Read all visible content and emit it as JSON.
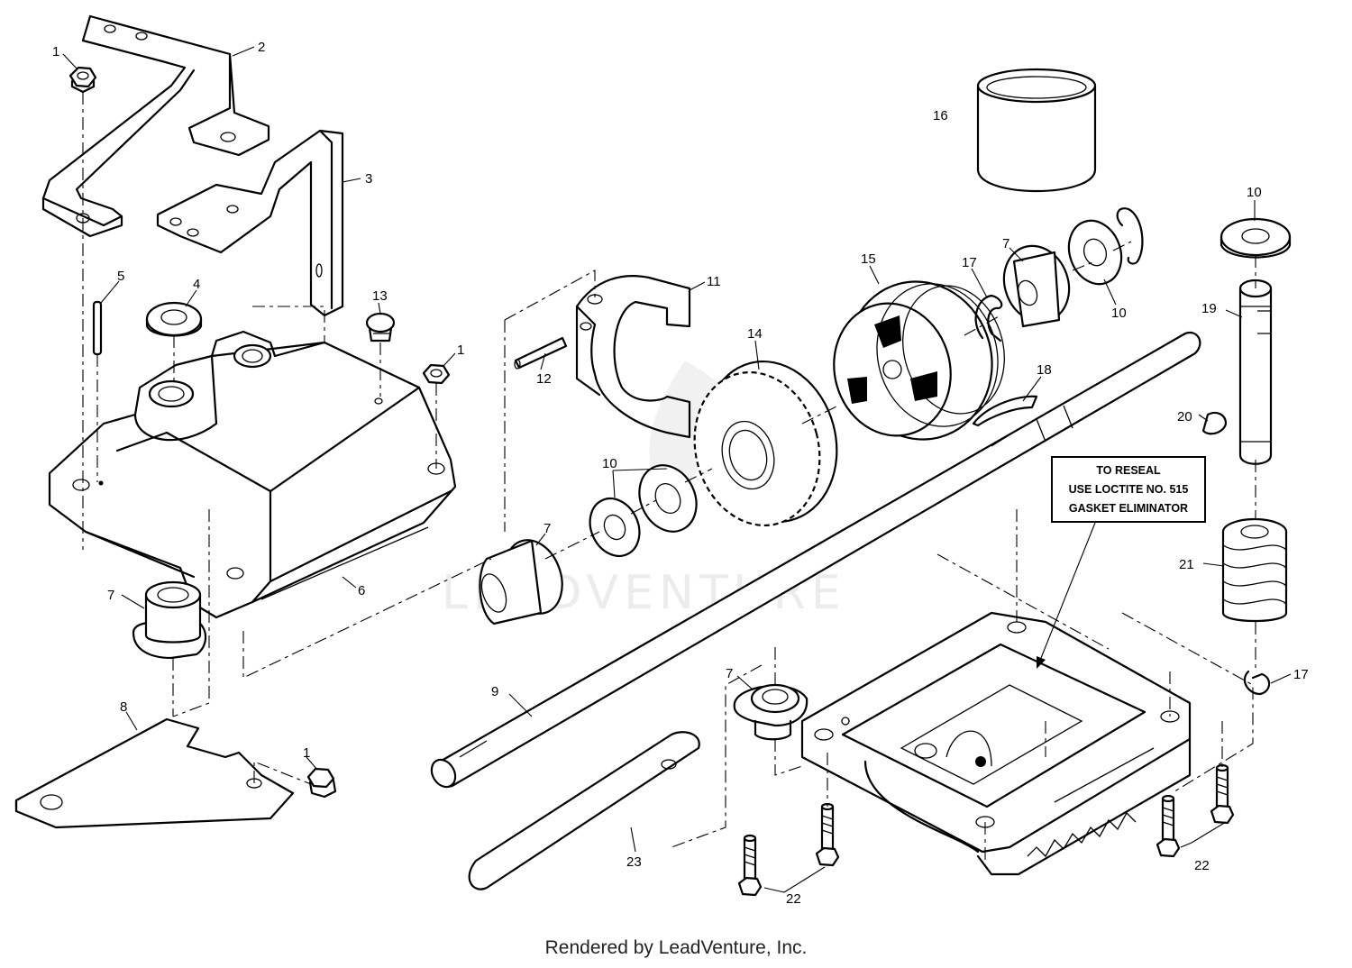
{
  "watermark": "LEADVENTURE",
  "note": {
    "line1": "TO RESEAL",
    "line2": "USE LOCTITE NO. 515",
    "line3": "GASKET ELIMINATOR"
  },
  "credit": "Rendered by LeadVenture, Inc.",
  "labels": {
    "p1a": "1",
    "p1b": "1",
    "p1c": "1",
    "p2": "2",
    "p3": "3",
    "p4": "4",
    "p5": "5",
    "p6": "6",
    "p7a": "7",
    "p7b": "7",
    "p7c": "7",
    "p7d": "7",
    "p8": "8",
    "p9": "9",
    "p10a": "10",
    "p10b": "10",
    "p10c": "10",
    "p11": "11",
    "p12": "12",
    "p13": "13",
    "p14": "14",
    "p15": "15",
    "p16": "16",
    "p17a": "17",
    "p17b": "17",
    "p18": "18",
    "p19": "19",
    "p20": "20",
    "p21": "21",
    "p22a": "22",
    "p22b": "22",
    "p23": "23"
  }
}
